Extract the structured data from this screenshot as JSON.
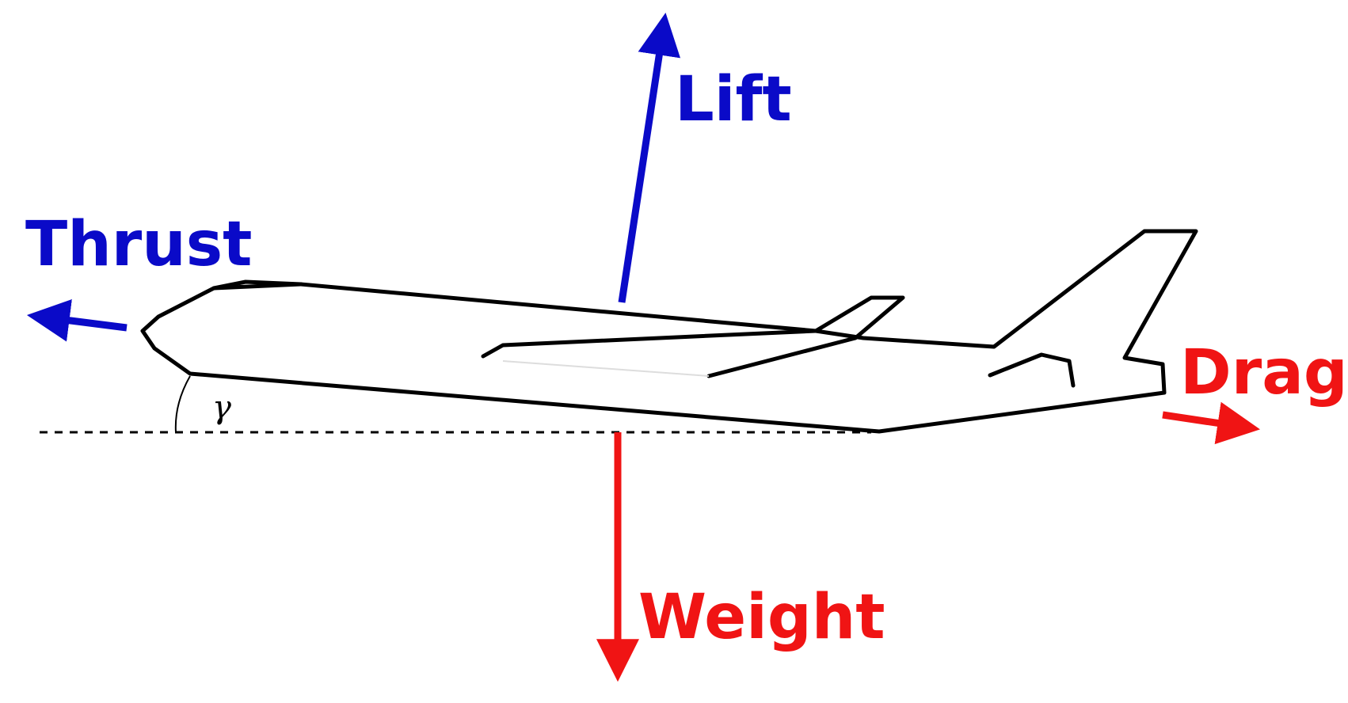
{
  "colors": {
    "thrust_lift": "#0a0ac8",
    "drag_weight": "#f01414",
    "outline": "#000000"
  },
  "forces": {
    "lift": {
      "label": "Lift"
    },
    "thrust": {
      "label": "Thrust"
    },
    "drag": {
      "label": "Drag"
    },
    "weight": {
      "label": "Weight"
    }
  },
  "angle": {
    "label": "γ"
  }
}
